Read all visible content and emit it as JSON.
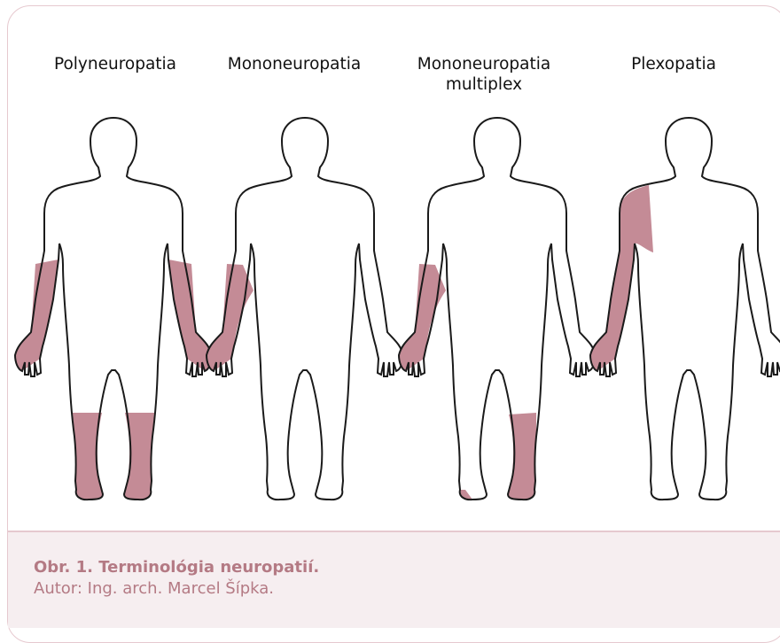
{
  "panels": [
    {
      "label": "Polyneuropatia"
    },
    {
      "label": "Mononeuropatia"
    },
    {
      "label_line1": "Mononeuropatia",
      "label_line2": "multiplex"
    },
    {
      "label": "Plexopatia"
    }
  ],
  "caption": {
    "title": "Obr. 1. Terminológia neuropatií.",
    "author": "Autor: Ing. arch. Marcel Šípka."
  },
  "colors": {
    "affected_area": "#c48b96",
    "outline": "#1a1a1a",
    "frame_border": "#e6c9cf",
    "caption_text": "#b47a84"
  }
}
